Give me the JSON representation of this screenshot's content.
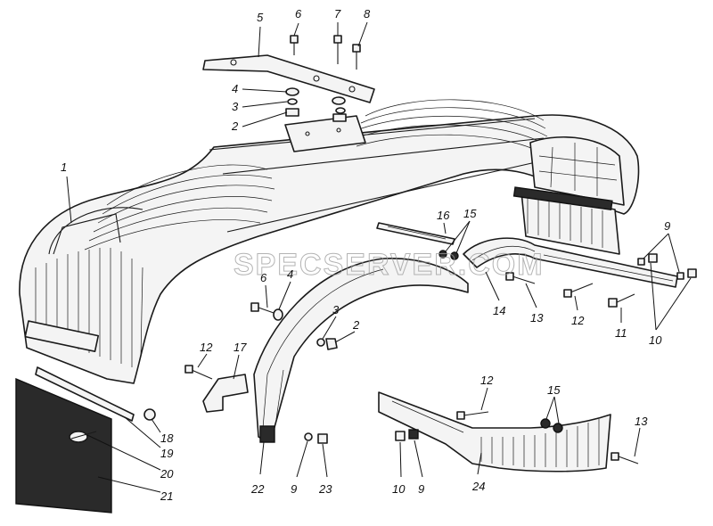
{
  "watermark": "SPECSERVER.COM",
  "callouts": [
    {
      "id": "c1",
      "label": "1"
    },
    {
      "id": "c2a",
      "label": "2"
    },
    {
      "id": "c3a",
      "label": "3"
    },
    {
      "id": "c4a",
      "label": "4"
    },
    {
      "id": "c5",
      "label": "5"
    },
    {
      "id": "c6a",
      "label": "6"
    },
    {
      "id": "c7",
      "label": "7"
    },
    {
      "id": "c8",
      "label": "8"
    },
    {
      "id": "c9a",
      "label": "9"
    },
    {
      "id": "c10a",
      "label": "10"
    },
    {
      "id": "c11",
      "label": "11"
    },
    {
      "id": "c12a",
      "label": "12"
    },
    {
      "id": "c13a",
      "label": "13"
    },
    {
      "id": "c14",
      "label": "14"
    },
    {
      "id": "c15a",
      "label": "15"
    },
    {
      "id": "c16",
      "label": "16"
    },
    {
      "id": "c6b",
      "label": "6"
    },
    {
      "id": "c4b",
      "label": "4"
    },
    {
      "id": "c3b",
      "label": "3"
    },
    {
      "id": "c2b",
      "label": "2"
    },
    {
      "id": "c12b",
      "label": "12"
    },
    {
      "id": "c17",
      "label": "17"
    },
    {
      "id": "c12c",
      "label": "12"
    },
    {
      "id": "c15b",
      "label": "15"
    },
    {
      "id": "c13b",
      "label": "13"
    },
    {
      "id": "c18",
      "label": "18"
    },
    {
      "id": "c19",
      "label": "19"
    },
    {
      "id": "c20",
      "label": "20"
    },
    {
      "id": "c21",
      "label": "21"
    },
    {
      "id": "c22",
      "label": "22"
    },
    {
      "id": "c9b",
      "label": "9"
    },
    {
      "id": "c23",
      "label": "23"
    },
    {
      "id": "c10b",
      "label": "10"
    },
    {
      "id": "c9c",
      "label": "9"
    },
    {
      "id": "c24",
      "label": "24"
    }
  ]
}
